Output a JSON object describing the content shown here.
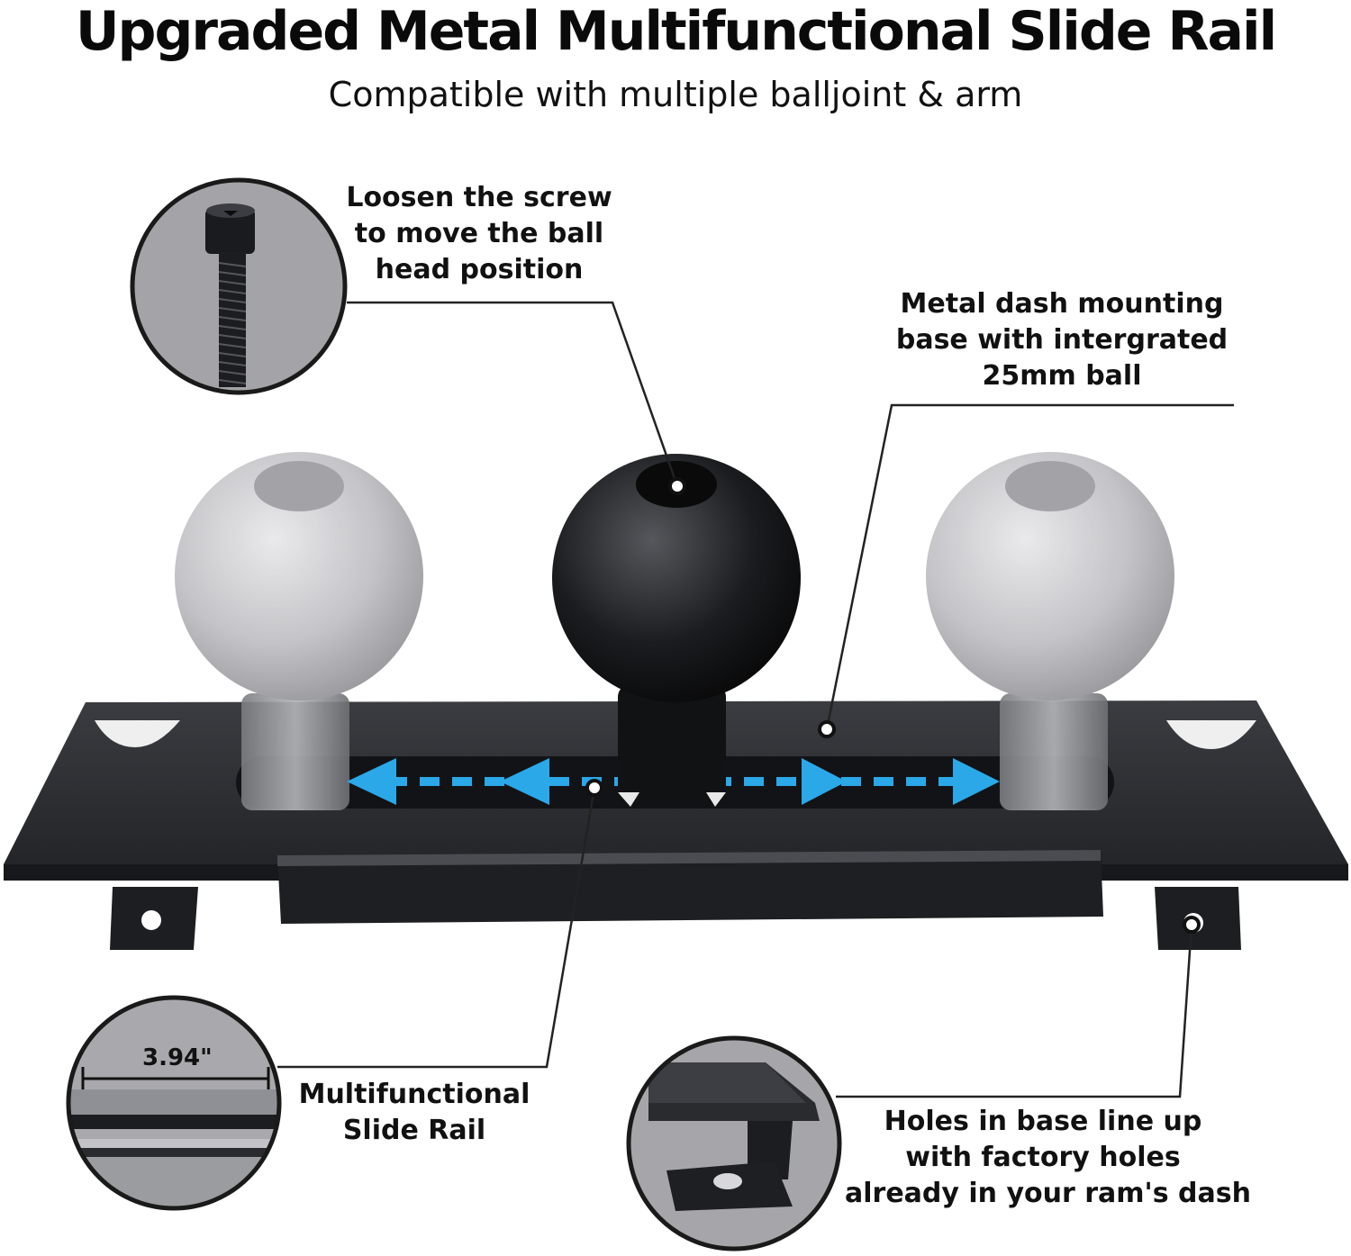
{
  "header": {
    "title": "Upgraded Metal Multifunctional Slide Rail",
    "subtitle": "Compatible with multiple balljoint & arm"
  },
  "callouts": {
    "screw": [
      "Loosen the screw",
      "to move the ball",
      "head position"
    ],
    "base": [
      "Metal dash mounting",
      "base with intergrated",
      "25mm ball"
    ],
    "rail": [
      "Multifunctional",
      "Slide Rail"
    ],
    "holes": [
      "Holes in base line up",
      "with factory holes",
      "already in your ram's dash"
    ]
  },
  "inset": {
    "rail_width": "3.94\""
  },
  "colors": {
    "arrow": "#2aa8e8",
    "metal": "#2b2d31",
    "inset_bg": "#a9a9ad"
  }
}
